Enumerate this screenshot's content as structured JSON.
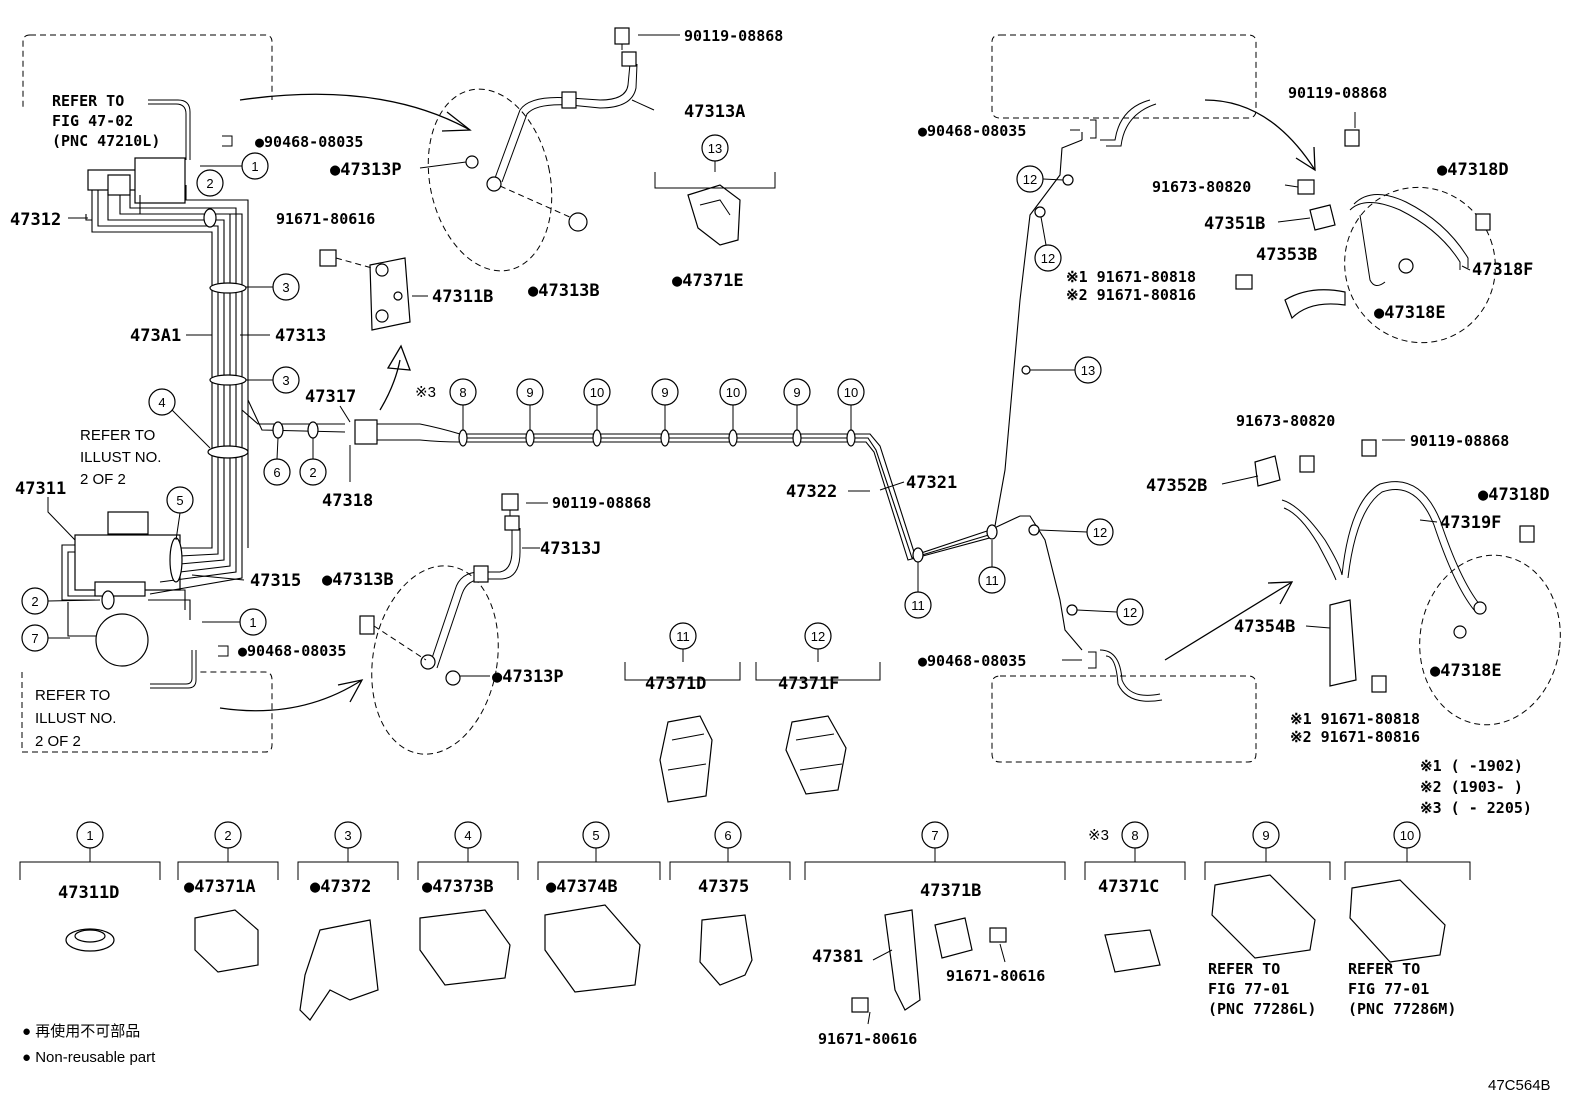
{
  "diagram_code": "47C564B",
  "notes": {
    "refer_fig": [
      "REFER TO",
      "FIG 47-02",
      "(PNC 47210L)"
    ],
    "refer_illust_a": [
      "REFER TO",
      "ILLUST NO.",
      "2 OF 2"
    ],
    "refer_illust_b": [
      "REFER TO",
      "ILLUST NO.",
      "2 OF 2"
    ],
    "refer_fig_9": [
      "REFER TO",
      "FIG 77-01",
      "(PNC 77286L)"
    ],
    "refer_fig_10": [
      "REFER TO",
      "FIG 77-01",
      "(PNC 77286M)"
    ]
  },
  "legend": {
    "line1": "● 再使用不可部品",
    "line2": "● Non-reusable part"
  },
  "footnotes": {
    "f1": "※1 (      -1902)",
    "f2": "※2 (1903-      )",
    "f3": "※3 (      - 2205)"
  },
  "callouts": {
    "c1": "1",
    "c2": "2",
    "c3": "3",
    "c4": "4",
    "c5": "5",
    "c6": "6",
    "c7": "7",
    "c8": "8",
    "c9": "9",
    "c10": "10",
    "c11": "11",
    "c12": "12",
    "c13": "13"
  },
  "footnote_marks": {
    "m3a": "※3",
    "m3b": "※3"
  },
  "part_numbers": {
    "p47312": "47312",
    "p473A1": "473A1",
    "p47313": "47313",
    "p47311": "47311",
    "p47315": "47315",
    "p47317": "47317",
    "p47318": "47318",
    "p47311B": "47311B",
    "p91671_80616_top": "91671-80616",
    "p90468_top": "●90468-08035",
    "p90468_bottom": "●90468-08035",
    "p90119_top": "90119-08868",
    "p47313A": "47313A",
    "p47313P_top": "●47313P",
    "p47313B_top": "●47313B",
    "p47371E": "●47371E",
    "p90119_mid": "90119-08868",
    "p47313J": "47313J",
    "p47313B_mid": "●47313B",
    "p47313P_mid": "●47313P",
    "p47322": "47322",
    "p47321": "47321",
    "p47371D": "47371D",
    "p47371F": "47371F",
    "p90468_right_top": "●90468-08035",
    "p90468_right_bottom": "●90468-08035",
    "p90119_right_top": "90119-08868",
    "p91673_top": "91673-80820",
    "p47351B": "47351B",
    "p47353B": "47353B",
    "p47318D_top": "●47318D",
    "p47318F": "47318F",
    "p47318E_top": "●47318E",
    "p91671_80818_top": "※1 91671-80818",
    "p91671_80816_top": "※2 91671-80816",
    "p91673_bottom": "91673-80820",
    "p90119_right_bottom": "90119-08868",
    "p47352B": "47352B",
    "p47318D_bottom": "●47318D",
    "p47319F": "47319F",
    "p47354B": "47354B",
    "p47318E_bottom": "●47318E",
    "p91671_80818_bottom": "※1 91671-80818",
    "p91671_80816_bottom": "※2 91671-80816",
    "p47311D": "47311D",
    "p47371A": "●47371A",
    "p47372": "●47372",
    "p47373B": "●47373B",
    "p47374B": "●47374B",
    "p47375": "47375",
    "p47371B": "47371B",
    "p47381": "47381",
    "p91671_80616_a": "91671-80616",
    "p91671_80616_b": "91671-80616",
    "p47371C": "47371C"
  }
}
